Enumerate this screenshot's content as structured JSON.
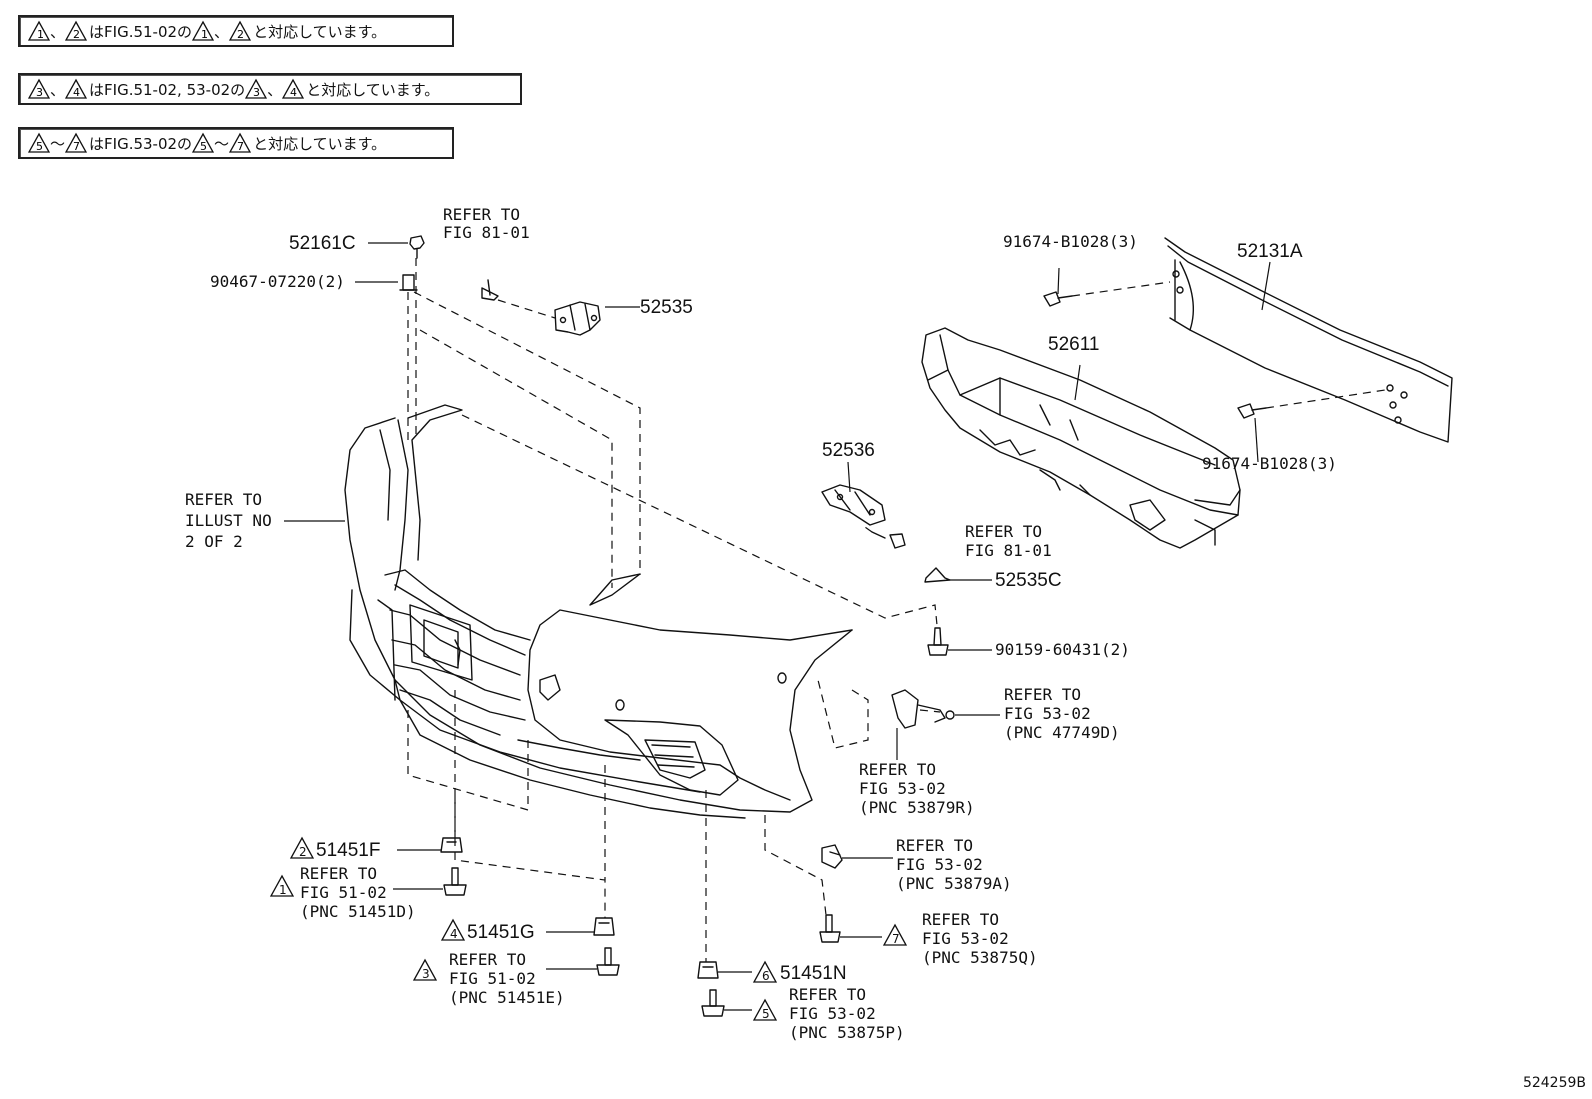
{
  "notes": [
    {
      "t1": "1",
      "sep": "、",
      "t2": "2",
      "text": "はFIG.51-02の",
      "t3": "1",
      "sep2": "、",
      "t4": "2",
      "tail": "と対応しています。"
    },
    {
      "t1": "3",
      "sep": "、",
      "t2": "4",
      "text": "はFIG.51-02, 53-02の",
      "t3": "3",
      "sep2": "、",
      "t4": "4",
      "tail": "と対応しています。"
    },
    {
      "t1": "5",
      "sep": "～",
      "t2": "7",
      "text": "はFIG.53-02の",
      "t3": "5",
      "sep2": "～",
      "t4": "7",
      "tail": "と対応しています。"
    }
  ],
  "parts": {
    "p52161C": "52161C",
    "p90467": "90467-07220(2)",
    "p52535": "52535",
    "p91674a": "91674-B1028(3)",
    "p52131A": "52131A",
    "p52611": "52611",
    "p91674b": "91674-B1028(3)",
    "p52536": "52536",
    "p52535C": "52535C",
    "p90159": "90159-60431(2)",
    "p51451F": "51451F",
    "p51451G": "51451G",
    "p51451N": "51451N"
  },
  "refs": {
    "r81a": [
      "REFER TO",
      "FIG 81-01"
    ],
    "r81b": [
      "REFER TO",
      "FIG 81-01"
    ],
    "rIllust": [
      "REFER TO",
      "ILLUST NO",
      "2 OF 2"
    ],
    "r47749D": [
      "REFER TO",
      "FIG 53-02",
      "(PNC 47749D)"
    ],
    "r53879R": [
      "REFER TO",
      "FIG 53-02",
      "(PNC 53879R)"
    ],
    "r53879A": [
      "REFER TO",
      "FIG 53-02",
      "(PNC 53879A)"
    ],
    "r53875Q": [
      "REFER TO",
      "FIG 53-02",
      "(PNC 53875Q)"
    ],
    "r51451D": [
      "REFER TO",
      "FIG 51-02",
      "(PNC 51451D)"
    ],
    "r51451E": [
      "REFER TO",
      "FIG 51-02",
      "(PNC 51451E)"
    ],
    "r53875P": [
      "REFER TO",
      "FIG 53-02",
      "(PNC 53875P)"
    ]
  },
  "markers": {
    "m2": "2",
    "m1": "1",
    "m4": "4",
    "m3": "3",
    "m6": "6",
    "m5": "5",
    "m7": "7"
  },
  "illustration_code": "524259B"
}
